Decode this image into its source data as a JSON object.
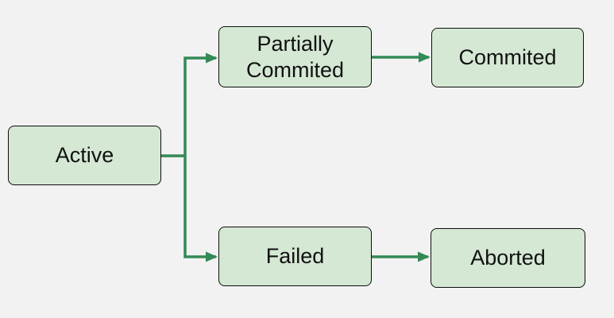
{
  "diagram": {
    "type": "state-flow",
    "nodes": [
      {
        "id": "active",
        "label": "Active"
      },
      {
        "id": "partially-commited",
        "label": "Partially Commited"
      },
      {
        "id": "commited",
        "label": "Commited"
      },
      {
        "id": "failed",
        "label": "Failed"
      },
      {
        "id": "aborted",
        "label": "Aborted"
      }
    ],
    "edges": [
      {
        "from": "active",
        "to": "partially-commited"
      },
      {
        "from": "active",
        "to": "failed"
      },
      {
        "from": "partially-commited",
        "to": "commited"
      },
      {
        "from": "failed",
        "to": "aborted"
      }
    ],
    "colors": {
      "background": "#f2f2f2",
      "node_fill": "#d5e8d4",
      "node_border": "#0d0d0d",
      "arrow": "#338a56",
      "text": "#111111"
    }
  }
}
